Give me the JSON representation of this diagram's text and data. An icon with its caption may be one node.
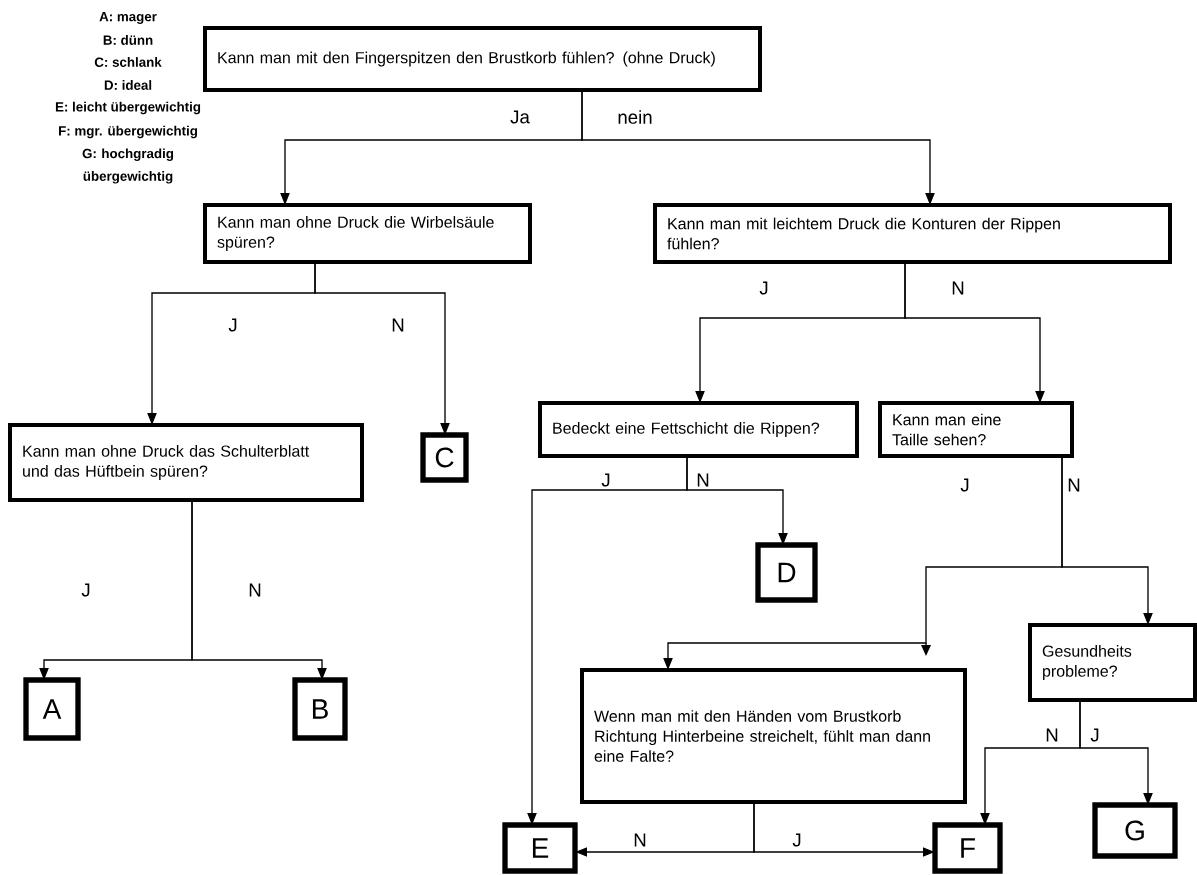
{
  "diagram": {
    "nodes": [
      {
        "text": [
          "Kann man mit den Fingerspitzen den Brustkorb fühlen? (ohne Druck)"
        ]
      },
      {
        "text": [
          "Kann man ohne Druck die Wirbelsäule spüren?"
        ]
      },
      {
        "text": [
          "Kann man mit leichtem Druck die Konturen der Rippen fühlen?"
        ]
      },
      {
        "text": [
          "Kann man ohne Druck das Schulterblatt und das Hüftbein spüren?"
        ]
      },
      {
        "text": [
          "C"
        ]
      },
      {
        "text": [
          "Bedeckt eine Fettschicht die Rippen?"
        ]
      },
      {
        "text": [
          "Kann man eine Taille sehen?"
        ]
      },
      {
        "text": [
          "D"
        ]
      },
      {
        "text": [
          "A"
        ]
      },
      {
        "text": [
          "B"
        ]
      },
      {
        "text": [
          "Gesundheits probleme?"
        ]
      },
      {
        "text": [
          "Wenn man mit den Händen vom Brustkorb Richtung Hinterbeine streichelt, fühlt man dann eine Falte?"
        ]
      },
      {
        "text": [
          "E"
        ]
      },
      {
        "text": [
          "F"
        ]
      },
      {
        "text": [
          "G"
        ]
      }
    ],
    "edges": [
      {
        "from": 0,
        "to": 1,
        "arrow": "to",
        "label": "Ja"
      },
      {
        "from": 0,
        "to": 2,
        "arrow": "to",
        "label": "nein"
      },
      {
        "from": 1,
        "to": 3,
        "arrow": "to",
        "label": "J"
      },
      {
        "from": 1,
        "to": 4,
        "arrow": "to",
        "label": "N"
      },
      {
        "from": 2,
        "to": 5,
        "arrow": "to",
        "label": "J"
      },
      {
        "from": 2,
        "to": 6,
        "arrow": "to",
        "label": "N"
      },
      {
        "from": 5,
        "to": 12,
        "arrow": "to",
        "label": "J"
      },
      {
        "from": 5,
        "to": 7,
        "arrow": "to",
        "label": "N"
      },
      {
        "from": 3,
        "to": 8,
        "arrow": "to",
        "label": "J"
      },
      {
        "from": 3,
        "to": 9,
        "arrow": "to",
        "label": "N"
      },
      {
        "from": 6,
        "to": 11,
        "arrow": "to",
        "label": "J"
      },
      {
        "from": 6,
        "to": 10,
        "arrow": "to",
        "label": "N"
      },
      {
        "from": 10,
        "to": 13,
        "arrow": "to",
        "label": "N"
      },
      {
        "from": 10,
        "to": 14,
        "arrow": "to",
        "label": "J"
      },
      {
        "from": 11,
        "to": 12,
        "arrow": "to",
        "label": "N"
      },
      {
        "from": 11,
        "to": 13,
        "arrow": "to",
        "label": "J"
      }
    ],
    "labels": [
      "A: mager",
      "B: dünn",
      "C: schlank",
      "D: ideal",
      "E: leicht übergewichtig",
      "F: mgr. übergewichtig",
      "G: hochgradig übergewichtig"
    ]
  }
}
